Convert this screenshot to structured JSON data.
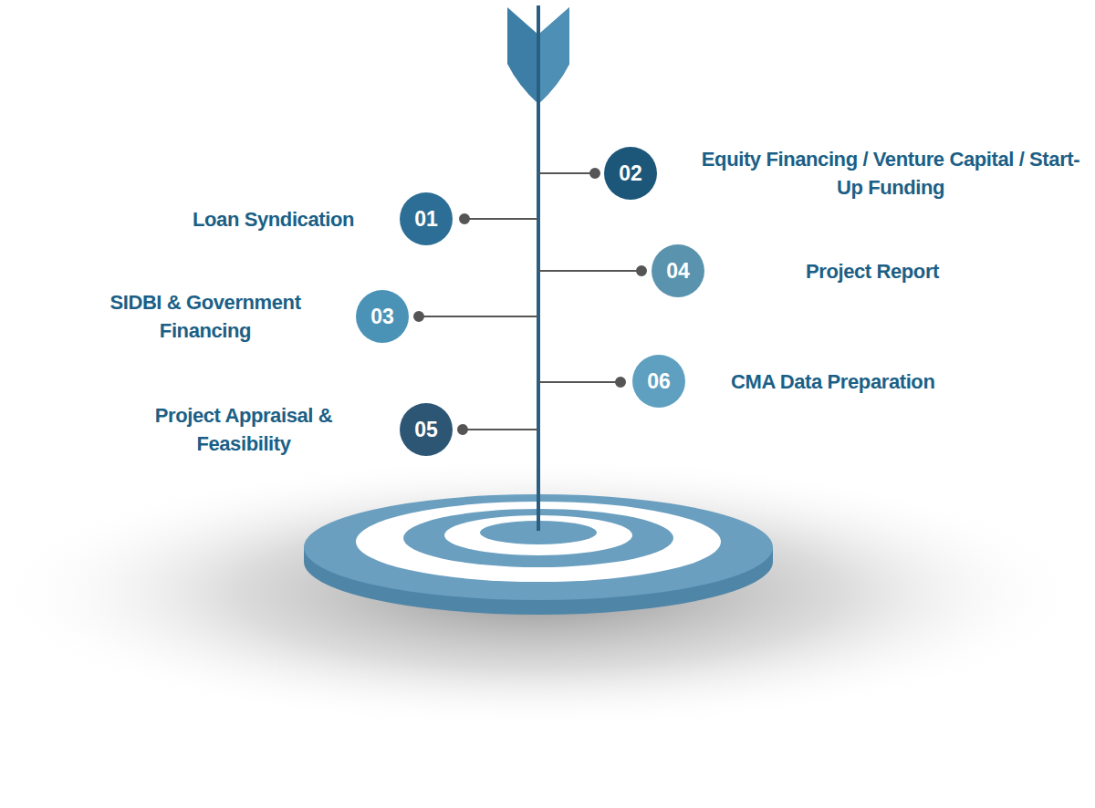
{
  "diagram": {
    "nodes": [
      {
        "text": [
          "01",
          "Loan Syndication"
        ]
      },
      {
        "text": [
          "02",
          "Equity Financing / Venture Capital / Start-Up Funding"
        ]
      },
      {
        "text": [
          "03",
          "SIDBI & Government Financing"
        ]
      },
      {
        "text": [
          "04",
          "Project Report"
        ]
      },
      {
        "text": [
          "05",
          "Project Appraisal & Feasibility"
        ]
      },
      {
        "text": [
          "06",
          "CMA Data Preparation"
        ]
      }
    ]
  }
}
